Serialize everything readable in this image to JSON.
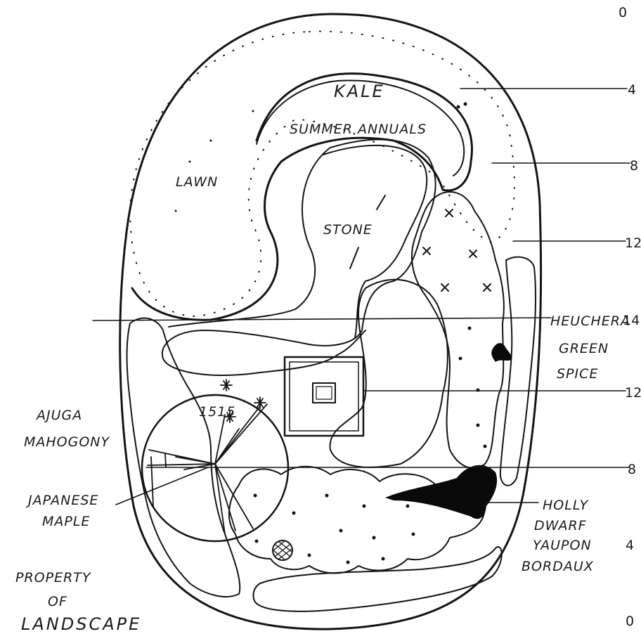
{
  "plan": {
    "areas": {
      "kale": "KALE",
      "summer_annuals": "SUMMER ANNUALS",
      "lawn": "LAWN",
      "stone": "STONE"
    },
    "plants": {
      "heuchera_line1": "HEUCHERA",
      "heuchera_line2": "GREEN",
      "heuchera_line3": "SPICE",
      "ajuga_line1": "AJUGA",
      "ajuga_line2": "MAHOGONY",
      "maple_line1": "JAPANESE",
      "maple_line2": "MAPLE",
      "holly_line1": "HOLLY",
      "holly_line2": "DWARF",
      "holly_line3": "YAUPON",
      "holly_line4": "BORDAUX"
    },
    "footer": {
      "line1": "PROPERTY",
      "line2": "OF",
      "line3": "LANDSCAPE"
    },
    "scale": [
      "0",
      "4",
      "8",
      "12",
      "14",
      "12",
      "8",
      "4",
      "0"
    ]
  }
}
